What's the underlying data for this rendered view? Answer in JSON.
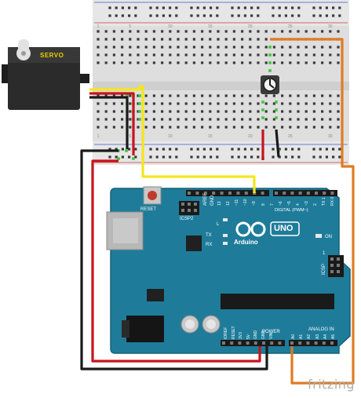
{
  "servo": {
    "label": "SERVO"
  },
  "arduino": {
    "brand": "Arduino",
    "model": "UNO",
    "reset_label": "RESET",
    "icsp2_label": "ICSP2",
    "icsp_label": "ICSP",
    "digital_label": "DIGITAL (PWM~)",
    "aref": "AREF",
    "gnd_top": "GND",
    "digital_pins": [
      "13",
      "12",
      "~11",
      "~10",
      "~9",
      "8",
      "7",
      "~6",
      "~5",
      "4",
      "~3",
      "2",
      "TX 1",
      "RX 0"
    ],
    "l_label": "L",
    "tx_label": "TX",
    "rx_label": "RX",
    "on_label": "ON",
    "icsp_pin1": "1",
    "power_label": "POWER",
    "analog_label": "ANALOG IN",
    "power_pins": [
      "IOREF",
      "RESET",
      "3V3",
      "5V",
      "GND",
      "GND",
      "VIN"
    ],
    "analog_pins": [
      "A0",
      "A1",
      "A2",
      "A3",
      "A4",
      "A5"
    ]
  },
  "breadboard": {
    "col_numbers": [
      "1",
      "5",
      "10",
      "15",
      "20",
      "25",
      "30"
    ]
  },
  "watermark": "fritzing",
  "colors": {
    "board": "#1e7c9a",
    "wire_yellow": "#f4e61c",
    "wire_red": "#c8141e",
    "wire_black": "#1a1a1a",
    "wire_orange": "#e07b22",
    "breadboard": "#dcdcdc",
    "rail_red": "#d23c3c",
    "rail_blue": "#3c5ad2"
  }
}
